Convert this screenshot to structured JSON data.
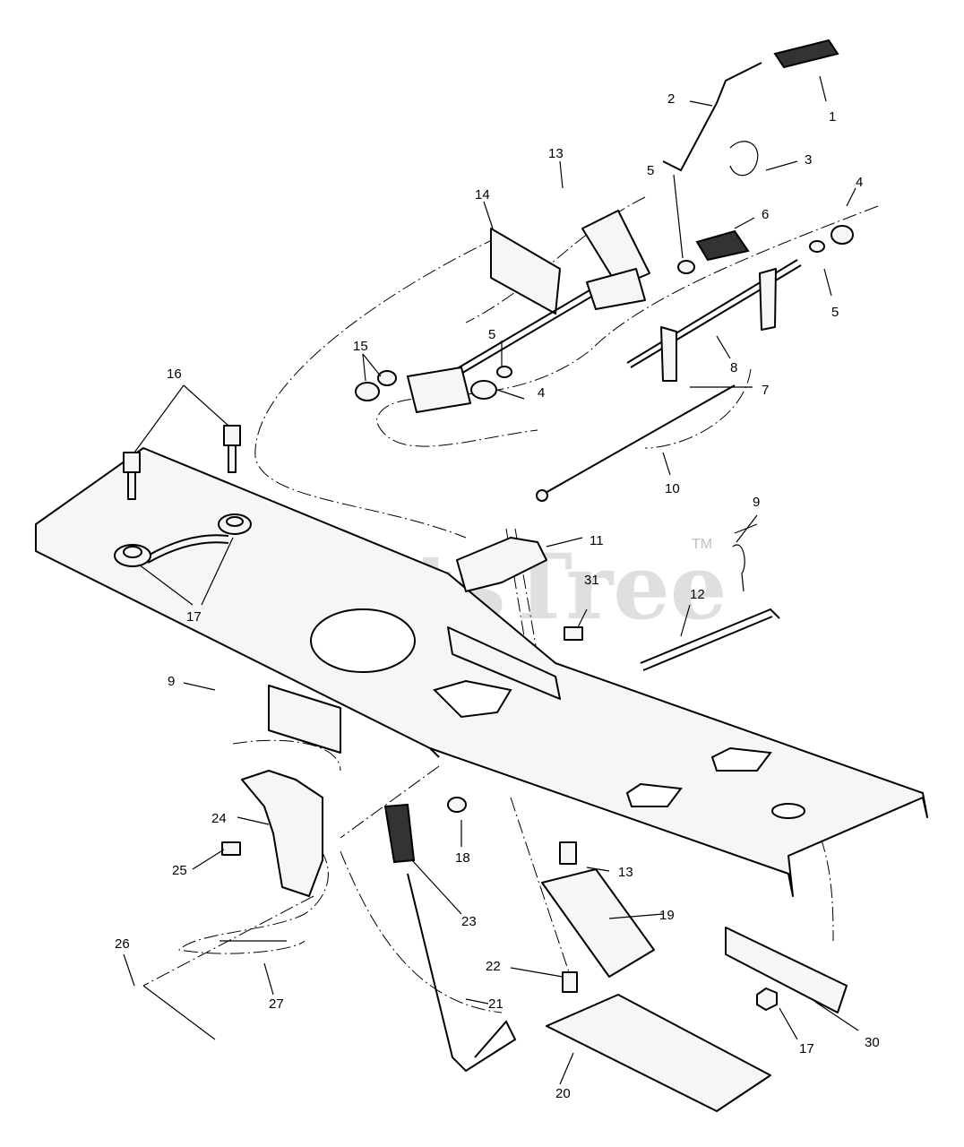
{
  "watermark": {
    "text": "PartsTree",
    "trademark": "TM"
  },
  "callouts": [
    {
      "id": "c1",
      "text": "1"
    },
    {
      "id": "c2",
      "text": "2"
    },
    {
      "id": "c3",
      "text": "3"
    },
    {
      "id": "c4a",
      "text": "4"
    },
    {
      "id": "c4b",
      "text": "4"
    },
    {
      "id": "c5a",
      "text": "5"
    },
    {
      "id": "c5b",
      "text": "5"
    },
    {
      "id": "c5c",
      "text": "5"
    },
    {
      "id": "c6",
      "text": "6"
    },
    {
      "id": "c7",
      "text": "7"
    },
    {
      "id": "c8",
      "text": "8"
    },
    {
      "id": "c9a",
      "text": "9"
    },
    {
      "id": "c9b",
      "text": "9"
    },
    {
      "id": "c10",
      "text": "10"
    },
    {
      "id": "c11",
      "text": "11"
    },
    {
      "id": "c12",
      "text": "12"
    },
    {
      "id": "c13a",
      "text": "13"
    },
    {
      "id": "c13b",
      "text": "13"
    },
    {
      "id": "c14",
      "text": "14"
    },
    {
      "id": "c15",
      "text": "15"
    },
    {
      "id": "c16",
      "text": "16"
    },
    {
      "id": "c17a",
      "text": "17"
    },
    {
      "id": "c17b",
      "text": "17"
    },
    {
      "id": "c18",
      "text": "18"
    },
    {
      "id": "c19",
      "text": "19"
    },
    {
      "id": "c20",
      "text": "20"
    },
    {
      "id": "c21",
      "text": "21"
    },
    {
      "id": "c22",
      "text": "22"
    },
    {
      "id": "c23",
      "text": "23"
    },
    {
      "id": "c24",
      "text": "24"
    },
    {
      "id": "c25",
      "text": "25"
    },
    {
      "id": "c26",
      "text": "26"
    },
    {
      "id": "c27",
      "text": "27"
    },
    {
      "id": "c30",
      "text": "30"
    },
    {
      "id": "c31",
      "text": "31"
    }
  ]
}
